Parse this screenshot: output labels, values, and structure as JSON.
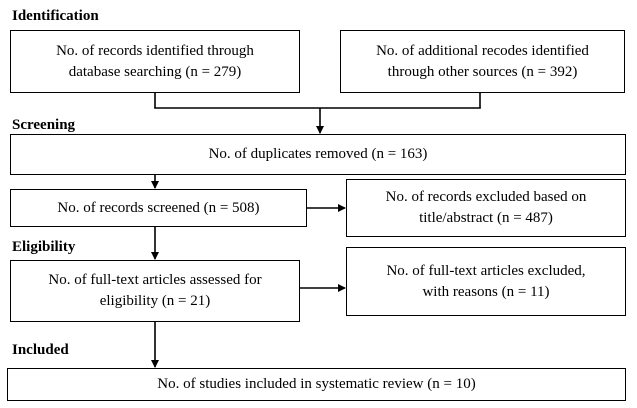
{
  "stages": {
    "identification": "Identification",
    "screening": "Screening",
    "eligibility": "Eligibility",
    "included": "Included"
  },
  "boxes": {
    "database_search": {
      "line1": "No. of records identified through",
      "line2": "database searching (n = 279)"
    },
    "other_sources": {
      "line1": "No. of additional recodes identified",
      "line2": "through other sources (n = 392)"
    },
    "duplicates_removed": {
      "line1": "No. of duplicates removed (n = 163)"
    },
    "records_screened": {
      "line1": "No. of records screened (n = 508)"
    },
    "records_excluded": {
      "line1": "No. of records excluded based on",
      "line2": "title/abstract (n = 487)"
    },
    "fulltext_assessed": {
      "line1": "No. of full-text articles assessed for",
      "line2": "eligibility (n = 21)"
    },
    "fulltext_excluded": {
      "line1": "No. of full-text articles excluded,",
      "line2": "with reasons (n = 11)"
    },
    "studies_included": {
      "line1": "No. of studies included in systematic review (n = 10)"
    }
  }
}
